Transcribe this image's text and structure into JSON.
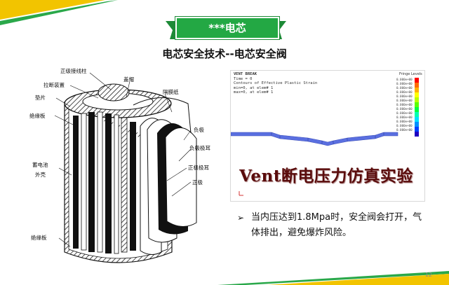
{
  "banner": {
    "text": "***电芯"
  },
  "title": "电芯安全技术--电芯安全阀",
  "diagram": {
    "labels": {
      "cathode_tab_post": "正级接线柱",
      "breaker": "拉断装置",
      "cap": "盖帽",
      "gasket": "垫片",
      "separator": "隔膜纸",
      "insulator_top": "绝缘板",
      "anode": "负极",
      "anode_tab": "负极极耳",
      "case_line1": "蓄电池",
      "case_line2": "外壳",
      "cathode_tab": "正极极耳",
      "cathode": "正极",
      "insulator_bottom": "绝缘板"
    }
  },
  "simulation": {
    "header": {
      "line1": "VENT BREAK",
      "line2": "Time = 0",
      "line3": "Contours of Effective Plastic Strain",
      "line4": "min=0, at elem# 1",
      "line5": "max=0, at elem# 1"
    },
    "legend_title": "Fringe Levels",
    "legend_values": [
      "0.000e+00",
      "0.000e+00",
      "0.000e+00",
      "0.000e+00",
      "0.000e+00",
      "0.000e+00",
      "0.000e+00",
      "0.000e+00",
      "0.000e+00",
      "0.000e+00",
      "0.000e+00",
      "0.000e+00",
      "0.000e+00"
    ],
    "caption": "Vent断电压力仿真实验"
  },
  "bullet": {
    "text": "当内压达到1.8Mpa时，安全阀会打开，气体排出，避免爆炸风险。"
  },
  "page_number": "12",
  "colors": {
    "accent_green": "#23a844",
    "stripe_yellow": "#f2c400",
    "stripe_green": "#2aa84a"
  }
}
